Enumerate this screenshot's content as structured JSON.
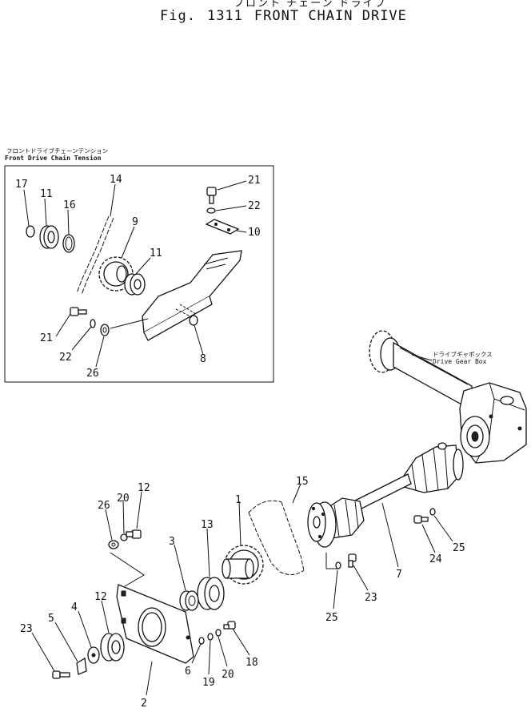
{
  "header": {
    "title_jp": "フロント チェーン ドライブ",
    "fig_label": "Fig.",
    "fig_number": "1311",
    "title": "FRONT CHAIN DRIVE"
  },
  "inset": {
    "caption_jp": "フロントドライブチェーンテンション",
    "caption_en": "Front Drive Chain Tension"
  },
  "gearbox_callout": {
    "caption_jp": "ドライブギャボックス",
    "caption_en": "Drive Gear Box"
  },
  "part_numbers": {
    "inset": [
      "17",
      "11",
      "16",
      "14",
      "9",
      "11",
      "21",
      "22",
      "10",
      "21",
      "22",
      "26",
      "8"
    ],
    "main": [
      "15",
      "1",
      "7",
      "24",
      "25",
      "12",
      "20",
      "26",
      "13",
      "3",
      "12",
      "4",
      "5",
      "23",
      "6",
      "19",
      "20",
      "18",
      "2",
      "25",
      "23"
    ]
  }
}
